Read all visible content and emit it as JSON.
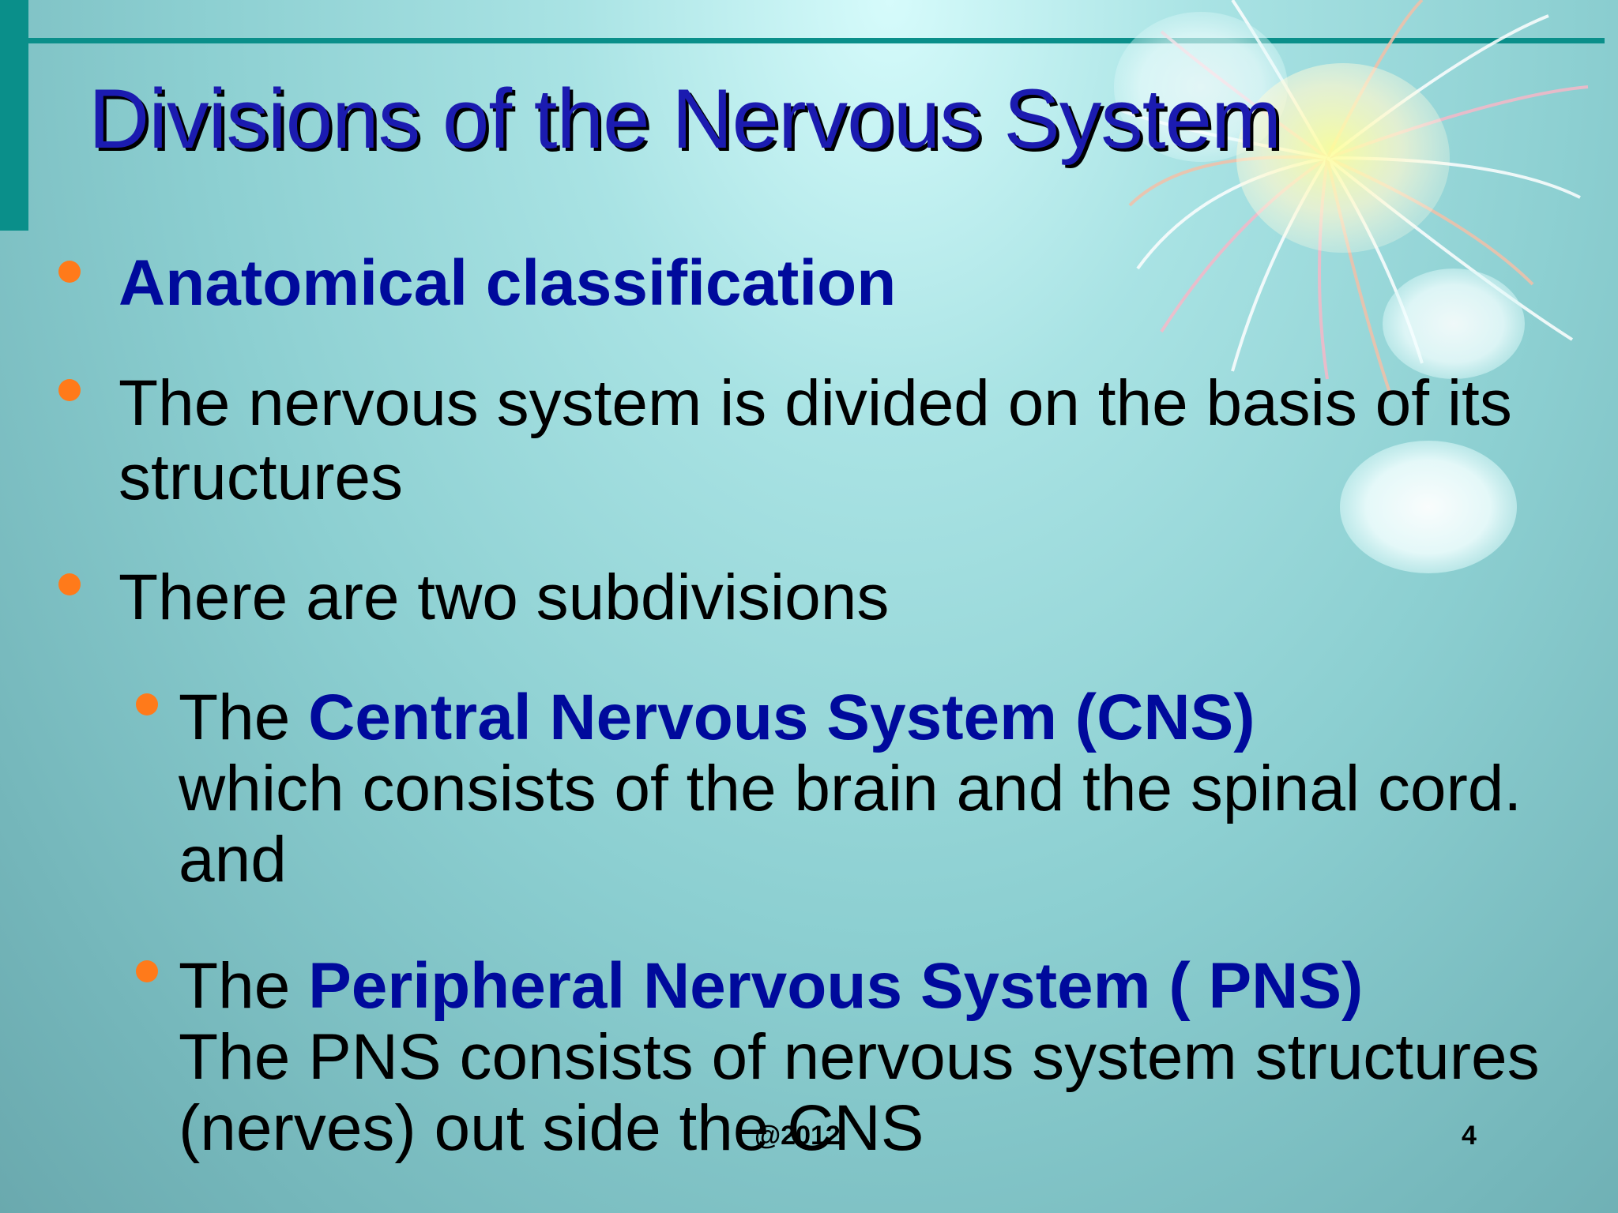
{
  "slide": {
    "title": "Divisions of the Nervous System",
    "bullets": [
      {
        "text_bold": "Anatomical classification"
      },
      {
        "text": "The nervous system is divided on the basis of its structures"
      },
      {
        "text": "There are two subdivisions"
      }
    ],
    "sub_bullets": [
      {
        "prefix": "The ",
        "highlight": "Central Nervous System (CNS)",
        "rest": "which consists of the brain and the spinal cord. and"
      },
      {
        "prefix": "The ",
        "highlight": "Peripheral Nervous System ( PNS)",
        "rest": "The PNS consists of nervous system structures (nerves) out side the CNS"
      }
    ],
    "footer_year": "@2012",
    "slide_number": "4"
  },
  "colors": {
    "title": "#1b1bb0",
    "highlight": "#000a9c",
    "bullet": "#ff7a1a",
    "accent_bar": "#0a8f8a"
  }
}
